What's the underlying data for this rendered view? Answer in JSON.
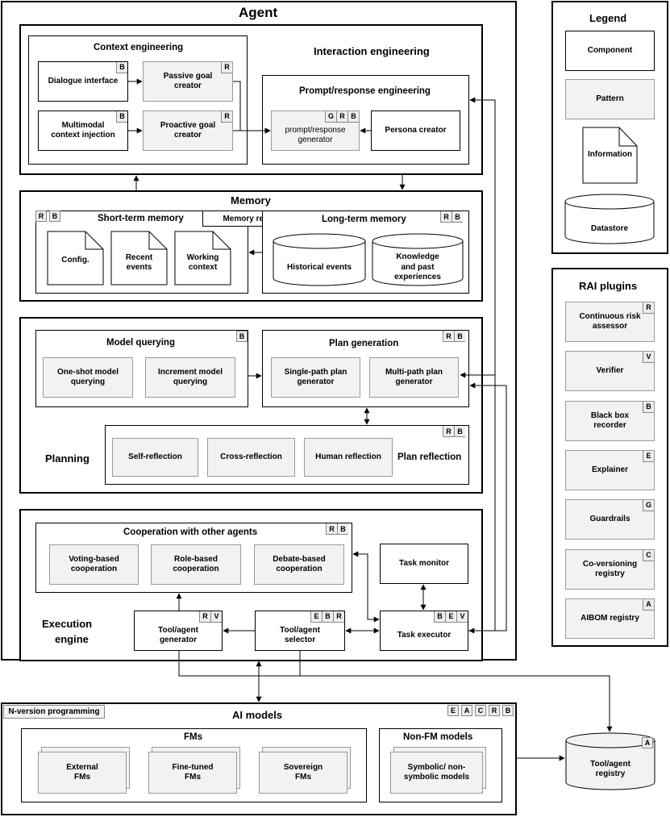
{
  "agent": {
    "title": "Agent",
    "context_engineering": {
      "title": "Context engineering",
      "dialogue_interface": {
        "label": "Dialogue interface",
        "tags": [
          "B"
        ]
      },
      "multimodal_context": {
        "label": "Multimodal context injection",
        "tags": [
          "B"
        ]
      },
      "passive_goal": {
        "label": "Passive goal creator",
        "tags": [
          "R"
        ]
      },
      "proactive_goal": {
        "label": "Proactive goal creator",
        "tags": [
          "R"
        ]
      }
    },
    "interaction_engineering": {
      "title": "Interaction engineering",
      "prompt_response_engineering": {
        "title": "Prompt/response engineering",
        "generator": {
          "label": "prompt/response generator",
          "tags": [
            "G",
            "R",
            "B"
          ]
        },
        "persona": {
          "label": "Persona creator"
        }
      }
    },
    "memory": {
      "title": "Memory",
      "short_term": {
        "title": "Short-term memory",
        "tags": [
          "R",
          "B"
        ],
        "items": [
          "Config.",
          "Recent events",
          "Working context"
        ]
      },
      "retrieval": "Memory retrieval",
      "long_term": {
        "title": "Long-term memory",
        "tags": [
          "R",
          "B"
        ],
        "items": [
          "Historical events",
          "Knowledge and past experiences"
        ]
      }
    },
    "planning": {
      "title": "Planning",
      "model_querying": {
        "title": "Model querying",
        "tags": [
          "B"
        ],
        "items": [
          "One-shot model querying",
          "Increment model querying"
        ]
      },
      "plan_generation": {
        "title": "Plan generation",
        "tags": [
          "R",
          "B"
        ],
        "items": [
          "Single-path plan generator",
          "Multi-path plan generator"
        ]
      },
      "plan_reflection": {
        "title": "Plan reflection",
        "tags": [
          "R",
          "B"
        ],
        "items": [
          "Self-reflection",
          "Cross-reflection",
          "Human reflection"
        ]
      }
    },
    "execution": {
      "title_line1": "Execution",
      "title_line2": "engine",
      "cooperation": {
        "title": "Cooperation with other agents",
        "tags": [
          "R",
          "B"
        ],
        "items": [
          "Voting-based cooperation",
          "Role-based cooperation",
          "Debate-based cooperation"
        ]
      },
      "task_monitor": "Task monitor",
      "tool_generator": {
        "label": "Tool/agent generator",
        "tags": [
          "R",
          "V"
        ]
      },
      "tool_selector": {
        "label": "Tool/agent selector",
        "tags": [
          "E",
          "B",
          "R"
        ]
      },
      "task_executor": {
        "label": "Task executor",
        "tags": [
          "B",
          "E",
          "V"
        ]
      }
    }
  },
  "legend": {
    "title": "Legend",
    "component": "Component",
    "pattern": "Pattern",
    "information": "Information",
    "datastore": "Datastore"
  },
  "rai_plugins": {
    "title": "RAI plugins",
    "items": [
      {
        "label": "Continuous risk assessor",
        "tag": "R"
      },
      {
        "label": "Verifier",
        "tag": "V"
      },
      {
        "label": "Black box recorder",
        "tag": "B"
      },
      {
        "label": "Explainer",
        "tag": "E"
      },
      {
        "label": "Guardrails",
        "tag": "G"
      },
      {
        "label": "Co-versioning registry",
        "tag": "C"
      },
      {
        "label": "AIBOM registry",
        "tag": "A"
      }
    ]
  },
  "ai_models": {
    "title": "AI models",
    "n_version": "N-version programming",
    "tags": [
      "E",
      "A",
      "C",
      "R",
      "B"
    ],
    "fms": {
      "title": "FMs",
      "items": [
        "External FMs",
        "Fine-tuned FMs",
        "Sovereign FMs"
      ]
    },
    "non_fm": {
      "title": "Non-FM models",
      "items": [
        "Symbolic/ non-symbolic models"
      ]
    }
  },
  "registry": {
    "label": "Tool/agent registry",
    "tag": "A"
  }
}
